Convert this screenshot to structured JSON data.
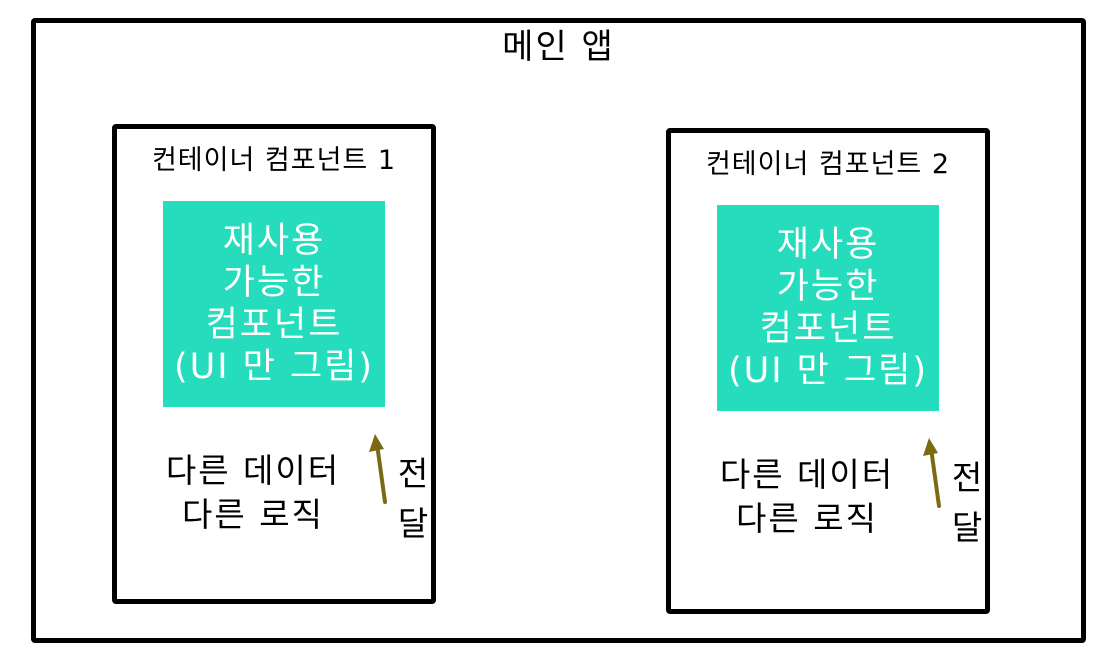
{
  "main_app": {
    "title": "메인 앱"
  },
  "containers": [
    {
      "title": "컨테이너 컴포넌트 1",
      "reusable_lines": [
        "재사용",
        "가능한",
        "컴포넌트",
        "(UI 만 그림)"
      ],
      "data_lines": [
        "다른 데이터",
        "다른 로직"
      ],
      "transfer_lines": [
        "전",
        "달"
      ]
    },
    {
      "title": "컨테이너 컴포넌트 2",
      "reusable_lines": [
        "재사용",
        "가능한",
        "컴포넌트",
        "(UI 만 그림)"
      ],
      "data_lines": [
        "다른 데이터",
        "다른 로직"
      ],
      "transfer_lines": [
        "전",
        "달"
      ]
    }
  ],
  "colors": {
    "reusable_fill": "#25dcbc",
    "arrow": "#7a6a12",
    "border": "#000000"
  }
}
